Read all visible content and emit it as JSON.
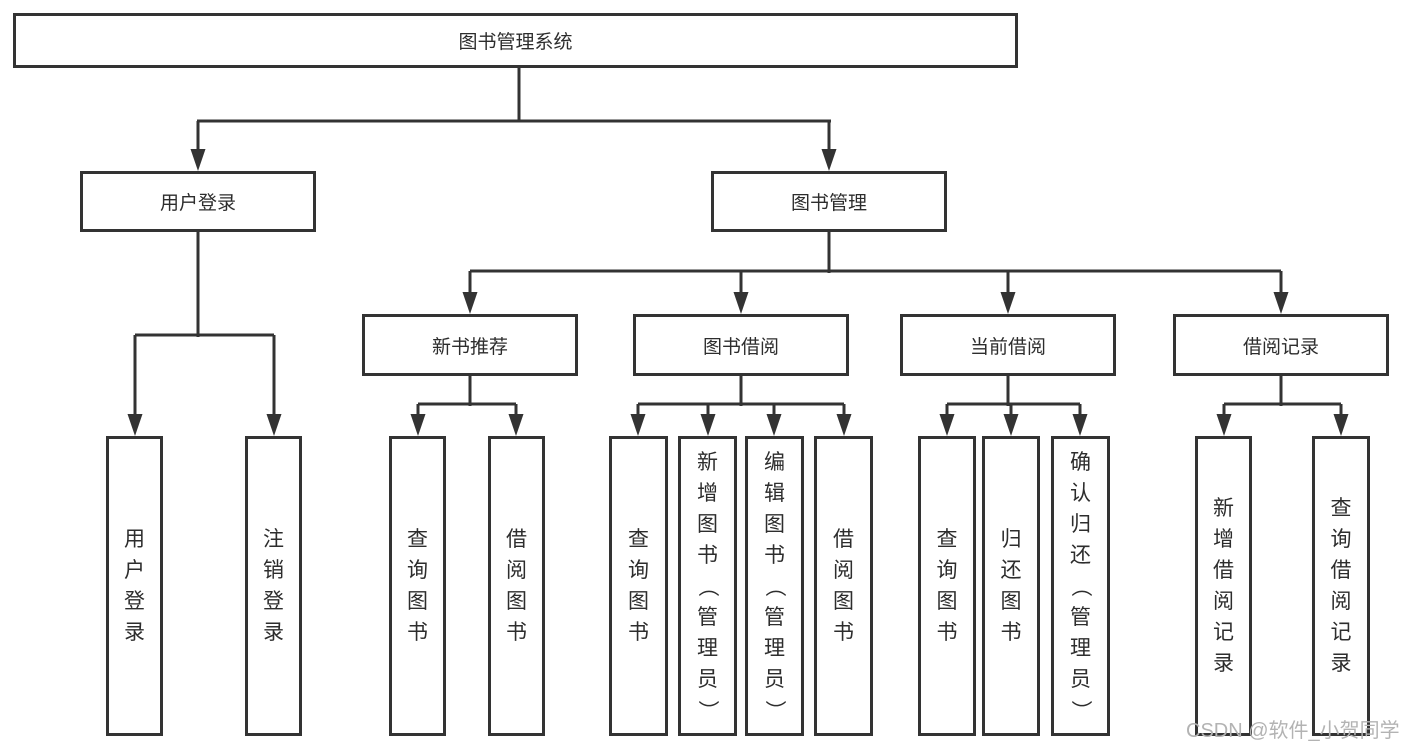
{
  "watermark": {
    "text": "CSDN @软件_小贺同学"
  },
  "tree": {
    "label": "图书管理系统",
    "children": [
      {
        "label": "用户登录",
        "children": [
          {
            "label": "用户登录"
          },
          {
            "label": "注销登录"
          }
        ]
      },
      {
        "label": "图书管理",
        "children": [
          {
            "label": "新书推荐",
            "children": [
              {
                "label": "查询图书"
              },
              {
                "label": "借阅图书"
              }
            ]
          },
          {
            "label": "图书借阅",
            "children": [
              {
                "label": "查询图书"
              },
              {
                "label": "新增图书（管理员）"
              },
              {
                "label": "编辑图书（管理员）"
              },
              {
                "label": "借阅图书"
              }
            ]
          },
          {
            "label": "当前借阅",
            "children": [
              {
                "label": "查询图书"
              },
              {
                "label": "归还图书"
              },
              {
                "label": "确认归还（管理员）"
              }
            ]
          },
          {
            "label": "借阅记录",
            "children": [
              {
                "label": "新增借阅记录"
              },
              {
                "label": "查询借阅记录"
              }
            ]
          }
        ]
      }
    ]
  },
  "connector_color": "#333333"
}
